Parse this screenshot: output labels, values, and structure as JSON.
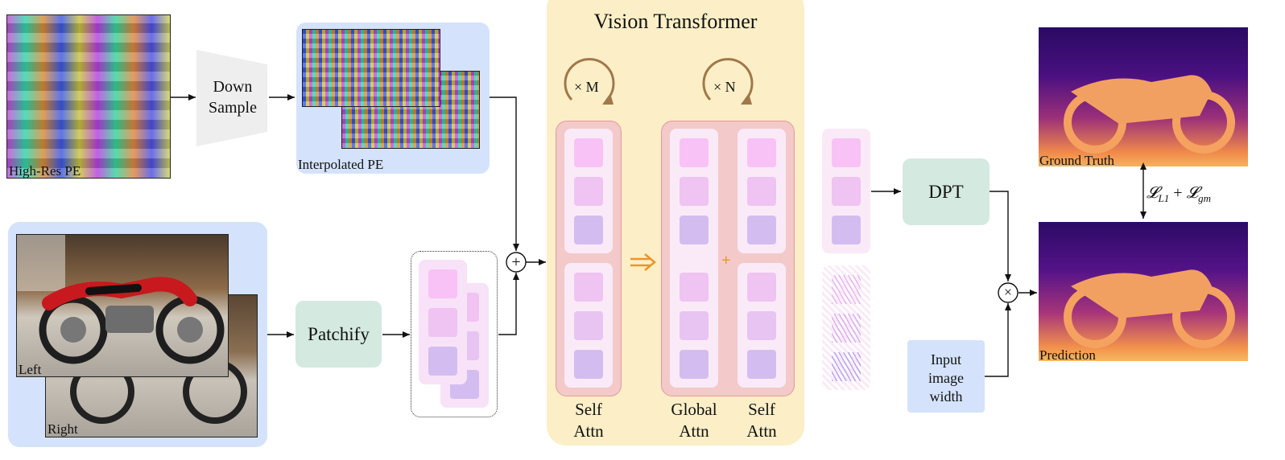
{
  "high_res_pe": {
    "label": "High-Res PE"
  },
  "downsample": {
    "line1": "Down",
    "line2": "Sample"
  },
  "interpolated_pe": {
    "label": "Interpolated PE"
  },
  "stereo_input": {
    "left_label": "Left",
    "right_label": "Right"
  },
  "patchify": {
    "label": "Patchify"
  },
  "vit": {
    "title": "Vision Transformer",
    "loop_m": "× M",
    "loop_n": "× N",
    "self_attn_1": {
      "line1": "Self",
      "line2": "Attn"
    },
    "global_attn": {
      "line1": "Global",
      "line2": "Attn"
    },
    "self_attn_2": {
      "line1": "Self",
      "line2": "Attn"
    }
  },
  "dpt": {
    "label": "DPT"
  },
  "input_width": {
    "line1": "Input",
    "line2": "image",
    "line3": "width"
  },
  "ground_truth": {
    "label": "Ground Truth"
  },
  "prediction": {
    "label": "Prediction"
  },
  "loss": {
    "label": "𝓛L1 + 𝓛gm",
    "l": "𝓛",
    "sub1": "L1",
    "plus": "+",
    "sub2": "gm"
  },
  "operators": {
    "add": "+",
    "multiply": "×",
    "plus_small": "+"
  },
  "colors": {
    "blue_bg": "#d4e3fb",
    "yellow_bg": "#fcefc7",
    "green_box": "#d4e9df",
    "pink_block": "#f3c9c9",
    "token_pink": "#f8c2f6",
    "token_lilac": "#efc3f2",
    "token_purple": "#d3bdf0",
    "arrow_brown": "#a0784a",
    "orange": "#e8962e"
  }
}
